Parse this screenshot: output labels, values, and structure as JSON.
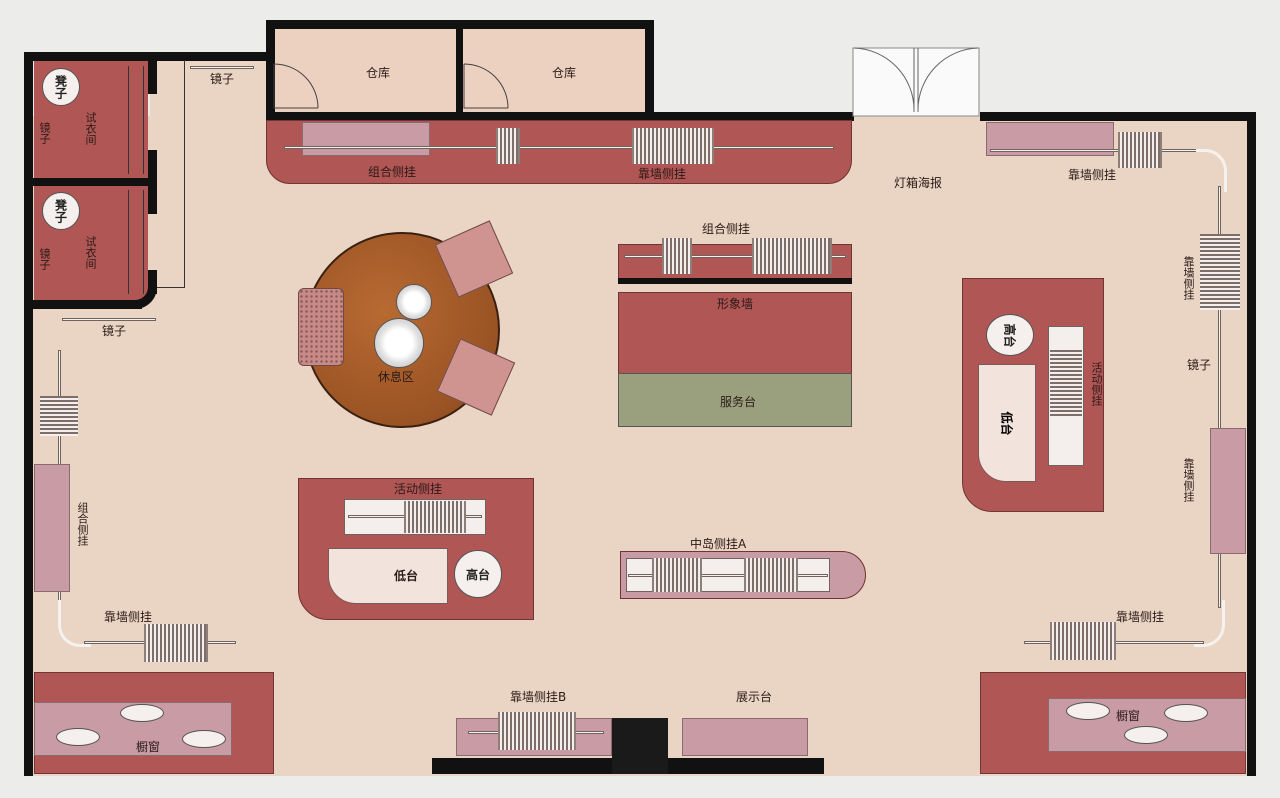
{
  "plan": {
    "storage_left": "仓库",
    "storage_right": "仓库",
    "mirror_top": "镜子",
    "mirror_mid": "镜子",
    "mirror_right": "镜子",
    "stool_1": "凳子",
    "stool_2": "凳子",
    "fitting_room_1": "试衣间",
    "fitting_room_2": "试衣间",
    "mirror_side_1": "镜子",
    "mirror_side_2": "镜子",
    "combo_hang_top": "组合侧挂",
    "wall_hang_top": "靠墙侧挂",
    "lightbox_poster": "灯箱海报",
    "wall_hang_top_right": "靠墙侧挂",
    "combo_hang_center": "组合侧挂",
    "image_wall": "形象墙",
    "service_desk": "服务台",
    "lounge": "休息区",
    "wall_hang_right_upper": "靠墙侧挂",
    "wall_hang_right_lower": "靠墙侧挂",
    "right_island_hang": "活动侧挂",
    "right_island_high": "高台",
    "right_island_low": "低台",
    "combo_hang_left": "组合侧挂",
    "wall_hang_left_bottom": "靠墙侧挂",
    "movable_hang": "活动侧挂",
    "low_platform": "低台",
    "high_platform": "高台",
    "center_island": "中岛侧挂A",
    "wall_hang_right_bottom": "靠墙侧挂",
    "wall_hang_b": "靠墙侧挂B",
    "display_table": "展示台",
    "window_left": "橱窗",
    "window_right": "橱窗"
  },
  "colors": {
    "floor": "#ead4c3",
    "fixture_red": "#b05654",
    "service_green": "#9a9f7e",
    "pink_block": "#c89ba5",
    "wall": "#111111",
    "lounge_brown": "#a55a28"
  }
}
